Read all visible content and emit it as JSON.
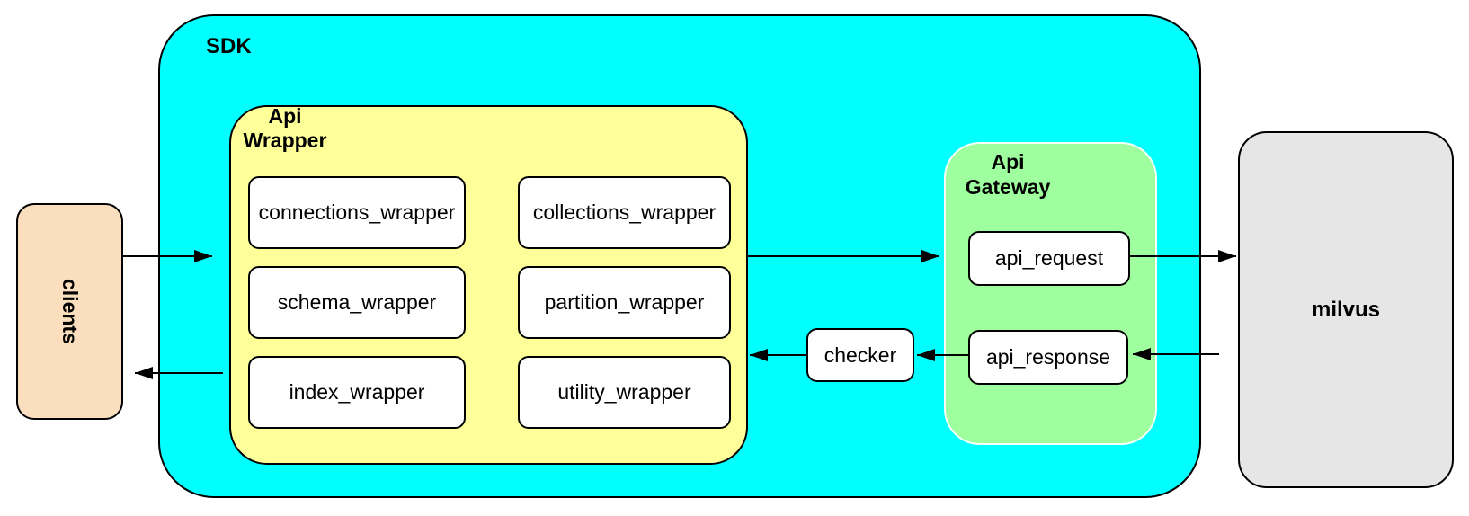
{
  "colors": {
    "sdk_fill": "#00FFFF",
    "api_wrapper_fill": "#FFFF99",
    "api_gateway_fill": "#9FFF9F",
    "clients_fill": "#FBDEBD",
    "milvus_fill": "#E6E6E6",
    "node_fill": "#FFFFFF",
    "stroke": "#000000"
  },
  "clients": {
    "label": "clients"
  },
  "sdk": {
    "label": "SDK"
  },
  "api_wrapper": {
    "label": "Api\nWrapper",
    "boxes": [
      "connections_wrapper",
      "collections_wrapper",
      "schema_wrapper",
      "partition_wrapper",
      "index_wrapper",
      "utility_wrapper"
    ]
  },
  "checker": {
    "label": "checker"
  },
  "api_gateway": {
    "label": "Api\nGateway",
    "boxes": [
      "api_request",
      "api_response"
    ]
  },
  "milvus": {
    "label": "milvus"
  }
}
